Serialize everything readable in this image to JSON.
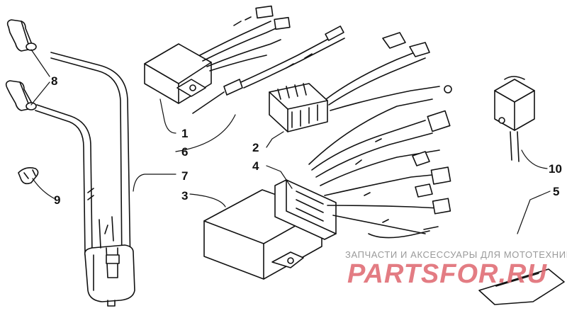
{
  "callouts": {
    "c1": "1",
    "c2": "2",
    "c3": "3",
    "c4": "4",
    "c5": "5",
    "c6": "6",
    "c7": "7",
    "c8": "8",
    "c9": "9",
    "c10": "10"
  },
  "watermark": {
    "tagline": "ЗАПЧАСТИ И АКСЕССУАРЫ ДЛЯ МОТОТЕХНИКИ",
    "logo_text": "PARTSFOR.RU",
    "logo_color": "#e06a72"
  },
  "colors": {
    "line": "#111111",
    "paper": "#ffffff"
  }
}
